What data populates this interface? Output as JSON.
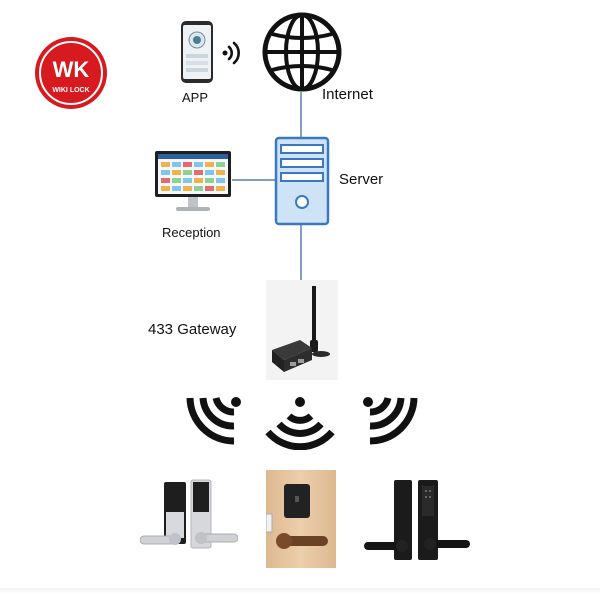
{
  "brand": {
    "logo_mark": "WK",
    "logo_text": "WIKI LOCK",
    "color": "#d71920"
  },
  "nodes": {
    "app": "APP",
    "internet": "Internet",
    "server": "Server",
    "reception": "Reception",
    "gateway": "433 Gateway"
  },
  "icons": {
    "phone": "smartphone-app",
    "wifi": "wireless-signal",
    "globe": "globe",
    "server": "server-tower",
    "monitor": "desktop-monitor",
    "gateway": "gateway-router",
    "signals": [
      "radio-signal-left",
      "radio-signal-up",
      "radio-signal-right"
    ],
    "locks": [
      "hotel-lock-silver",
      "hotel-lock-wood-door",
      "hotel-lock-black"
    ]
  },
  "colors": {
    "connector": "#5b7fb5",
    "server_fill": "#cfe3f7",
    "server_stroke": "#3a78c2",
    "signal": "#111111"
  }
}
